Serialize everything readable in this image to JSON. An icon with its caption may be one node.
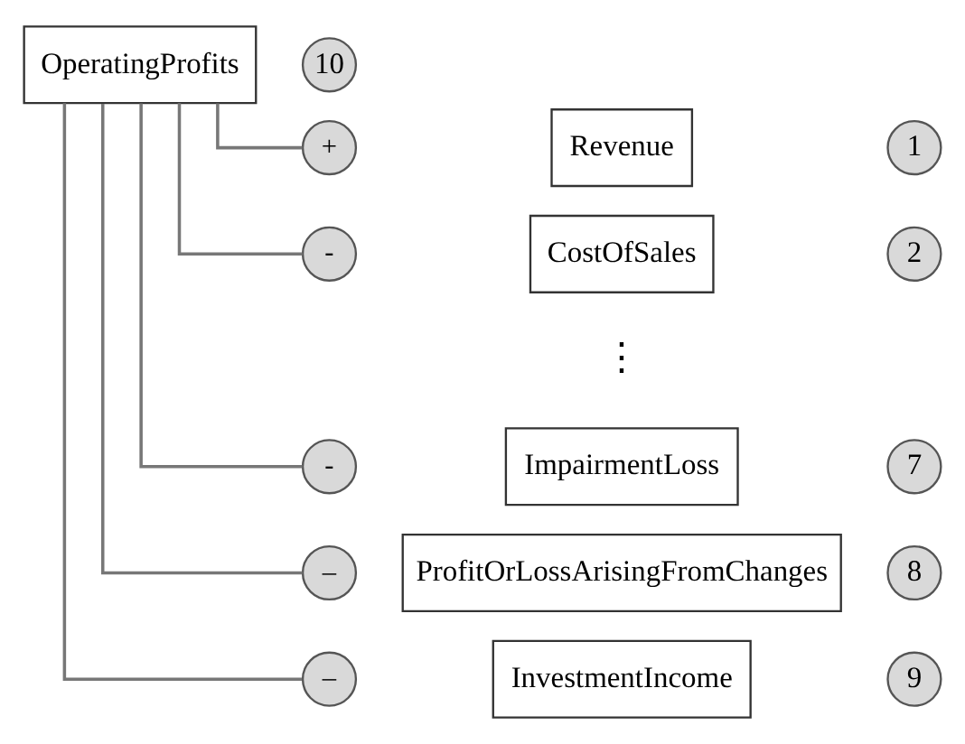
{
  "diagram": {
    "nodes": [
      {
        "text": [
          "+"
        ]
      },
      {
        "text": [
          "Revenue"
        ]
      },
      {
        "text": [
          "1"
        ]
      },
      {
        "text": [
          "-"
        ]
      },
      {
        "text": [
          "CostOfSales"
        ]
      },
      {
        "text": [
          "2"
        ]
      },
      {
        "text": [
          "-"
        ]
      },
      {
        "text": [
          "ImpairmentLoss"
        ]
      },
      {
        "text": [
          "7"
        ]
      },
      {
        "text": [
          "–"
        ]
      },
      {
        "text": [
          "ProfitOrLossArisingFromChanges"
        ]
      },
      {
        "text": [
          "8"
        ]
      },
      {
        "text": [
          "–"
        ]
      },
      {
        "text": [
          "InvestmentIncome"
        ]
      },
      {
        "text": [
          "9"
        ]
      },
      {
        "text": [
          "OperatingProfits"
        ]
      },
      {
        "text": [
          "10"
        ]
      }
    ],
    "edges": [
      {
        "from": 15,
        "to": 0,
        "arrow": "none"
      },
      {
        "from": 15,
        "to": 3,
        "arrow": "none"
      },
      {
        "from": 15,
        "to": 6,
        "arrow": "none"
      },
      {
        "from": 15,
        "to": 9,
        "arrow": "none"
      },
      {
        "from": 15,
        "to": 12,
        "arrow": "none"
      }
    ],
    "labels": [
      "⋮"
    ]
  }
}
